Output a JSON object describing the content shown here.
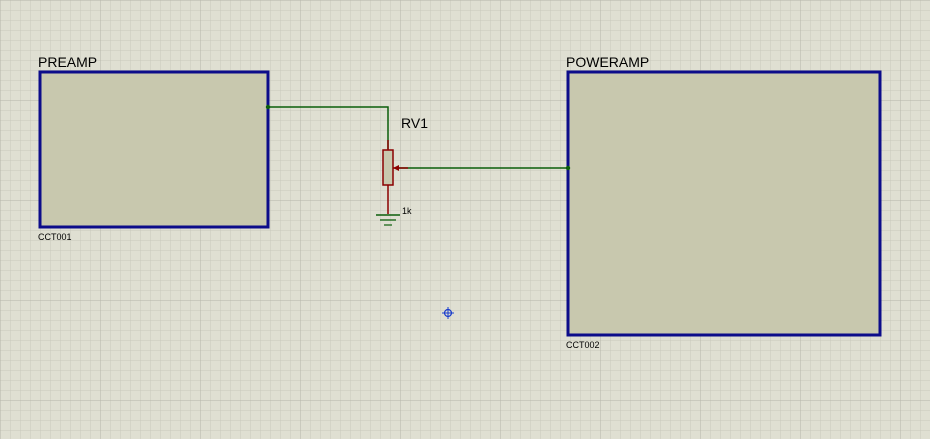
{
  "colors": {
    "background": "#dfdfd2",
    "grid_minor": "#c9c9bc",
    "grid_major": "#b9b9ad",
    "block_fill": "#c8c8ae",
    "block_border": "#0c0c8a",
    "wire": "#0b5e0b",
    "component": "#8b0000",
    "marker": "#1a3ccc"
  },
  "blocks": {
    "preamp": {
      "name": "PREAMP",
      "ref": "CCT001"
    },
    "poweramp": {
      "name": "POWERAMP",
      "ref": "CCT002"
    }
  },
  "potentiometer": {
    "ref": "RV1",
    "value": "1k"
  },
  "icons": {
    "ground": "ground-icon",
    "cursor": "crosshair-cursor-icon"
  }
}
